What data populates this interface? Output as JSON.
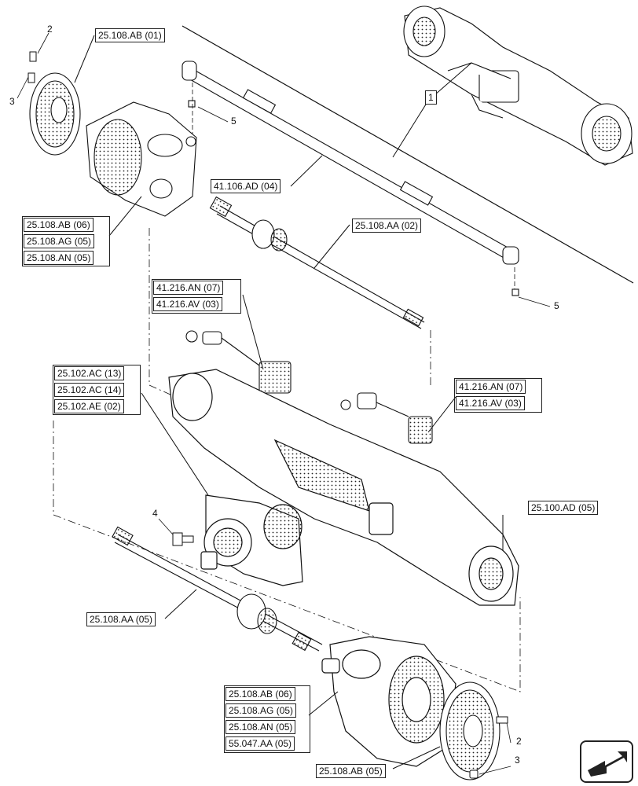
{
  "refs": {
    "r_ab01": "25.108.AB (01)",
    "r_ab06a": "25.108.AB (06)",
    "r_ag05a": "25.108.AG (05)",
    "r_an05a": "25.108.AN (05)",
    "r_ad04": "41.106.AD (04)",
    "r_aa02": "25.108.AA (02)",
    "r_an07a": "41.216.AN (07)",
    "r_av03a": "41.216.AV (03)",
    "r_ac13": "25.102.AC (13)",
    "r_ac14": "25.102.AC (14)",
    "r_ae02": "25.102.AE (02)",
    "r_an07b": "41.216.AN (07)",
    "r_av03b": "41.216.AV (03)",
    "r_ad05": "25.100.AD (05)",
    "r_aa05": "25.108.AA (05)",
    "r_ab06b": "25.108.AB (06)",
    "r_ag05b": "25.108.AG (05)",
    "r_an05b": "25.108.AN (05)",
    "r_047": "55.047.AA (05)",
    "r_ab05": "25.108.AB (05)"
  },
  "callouts": {
    "c2a": "2",
    "c3a": "3",
    "c5a": "5",
    "c5b": "5",
    "c4": "4",
    "c2b": "2",
    "c3b": "3",
    "c1": "1"
  },
  "nav": {
    "icon": "next-page-arrow-icon"
  }
}
